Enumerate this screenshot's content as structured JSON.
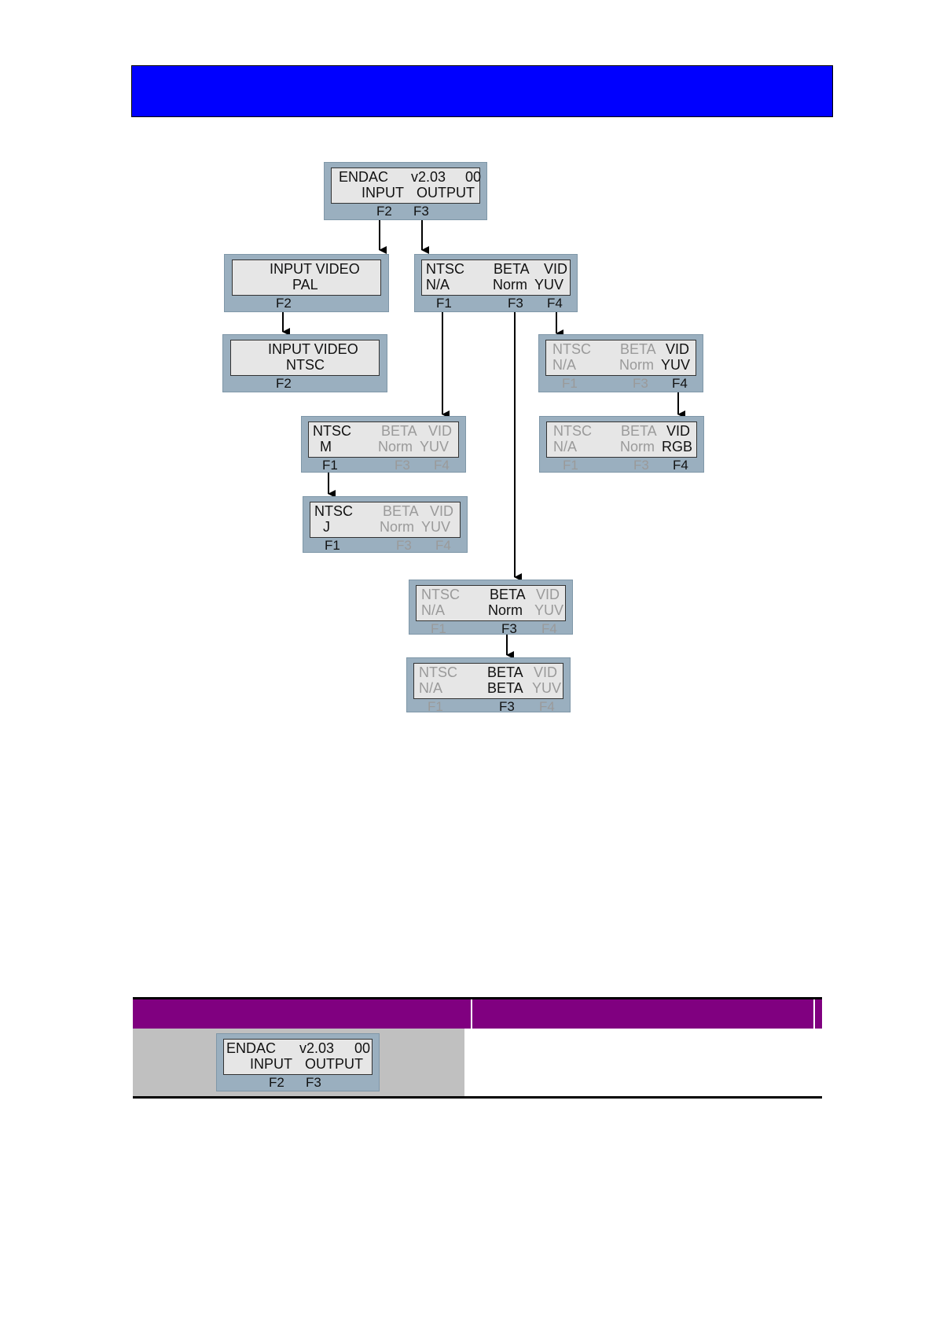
{
  "header": {
    "color": "#0000ff"
  },
  "diagram": {
    "main_menu": {
      "line1_left": "ENDAC",
      "line1_mid": "v2.03",
      "line1_right": "00",
      "line2_left": "INPUT",
      "line2_right": "OUTPUT",
      "keys": [
        "F2",
        "F3"
      ]
    },
    "input_pal": {
      "line1": "INPUT VIDEO",
      "line2": "PAL",
      "key": "F2"
    },
    "input_ntsc": {
      "line1": "INPUT VIDEO",
      "line2": "NTSC",
      "key": "F2"
    },
    "output_main": {
      "r1": [
        "NTSC",
        "BETA",
        "VID"
      ],
      "r2": [
        "N/A",
        "Norm",
        "YUV"
      ],
      "keys": [
        "F1",
        "F3",
        "F4"
      ]
    },
    "output_f4_yuv": {
      "r1": [
        "NTSC",
        "BETA",
        "VID"
      ],
      "r2": [
        "N/A",
        "Norm",
        "YUV"
      ],
      "keys": [
        "F1",
        "F3",
        "F4"
      ]
    },
    "output_f4_rgb": {
      "r1": [
        "NTSC",
        "BETA",
        "VID"
      ],
      "r2": [
        "N/A",
        "Norm",
        "RGB"
      ],
      "keys": [
        "F1",
        "F3",
        "F4"
      ]
    },
    "output_f1_m": {
      "r1": [
        "NTSC",
        "BETA",
        "VID"
      ],
      "r2": [
        "M",
        "Norm",
        "YUV"
      ],
      "keys": [
        "F1",
        "F3",
        "F4"
      ]
    },
    "output_f1_j": {
      "r1": [
        "NTSC",
        "BETA",
        "VID"
      ],
      "r2": [
        "J",
        "Norm",
        "YUV"
      ],
      "keys": [
        "F1",
        "F3",
        "F4"
      ]
    },
    "output_f3_norm": {
      "r1": [
        "NTSC",
        "BETA",
        "VID"
      ],
      "r2": [
        "N/A",
        "Norm",
        "YUV"
      ],
      "keys": [
        "F1",
        "F3",
        "F4"
      ]
    },
    "output_f3_beta": {
      "r1": [
        "NTSC",
        "BETA",
        "VID"
      ],
      "r2": [
        "N/A",
        "BETA",
        "YUV"
      ],
      "keys": [
        "F1",
        "F3",
        "F4"
      ]
    }
  },
  "table": {
    "header_color": "#800080",
    "row1_menu": {
      "line1_left": "ENDAC",
      "line1_mid": "v2.03",
      "line1_right": "00",
      "line2_left": "INPUT",
      "line2_right": "OUTPUT",
      "keys": [
        "F2",
        "F3"
      ]
    }
  }
}
